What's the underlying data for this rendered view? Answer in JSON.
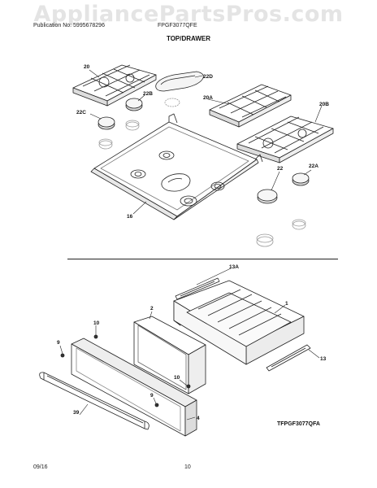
{
  "watermark": "AppliancePartsPros.com",
  "header": {
    "publication": "Publication No: 5995678296",
    "model": "FPGF3077QFE"
  },
  "section_title": "TOP/DRAWER",
  "callouts": {
    "c20": "20",
    "c22d": "22D",
    "c22b": "22B",
    "c20a": "20A",
    "c20b": "20B",
    "c22c": "22C",
    "c22": "22",
    "c22a": "22A",
    "c16": "16",
    "c13a": "13A",
    "c1": "1",
    "c2": "2",
    "c10a": "10",
    "c9a": "9",
    "c10b": "10",
    "c9b": "9",
    "c13": "13",
    "c39": "39",
    "c4": "4"
  },
  "diagram_code": "TFPGF3077QFA",
  "footer": {
    "date": "09/16",
    "page": "10"
  }
}
